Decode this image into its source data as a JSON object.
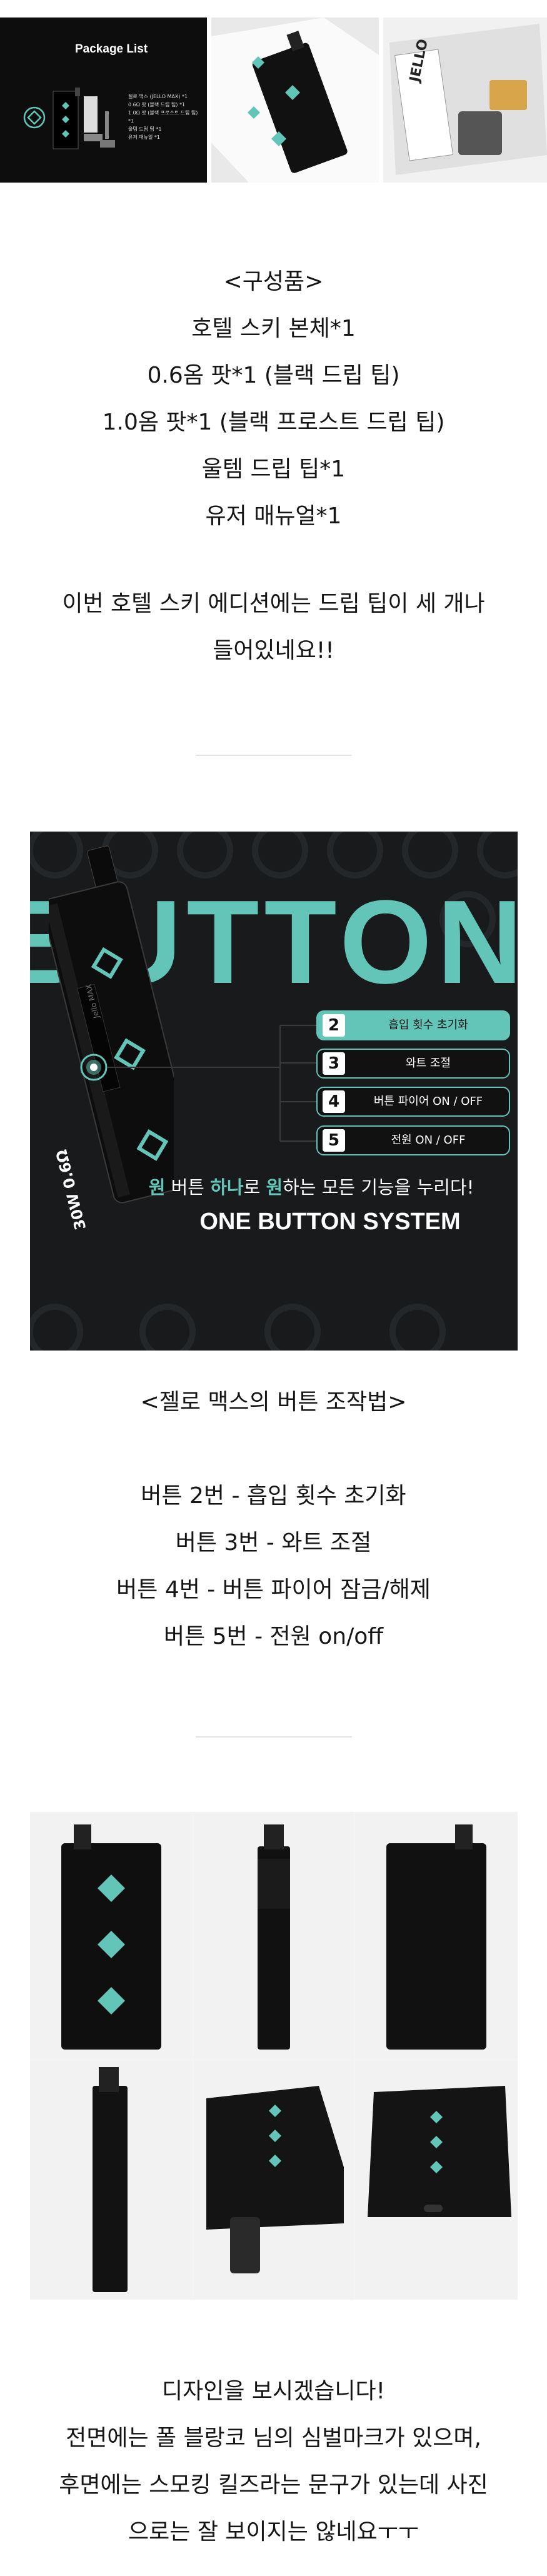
{
  "thumbs": {
    "package_title": "Package List",
    "package_items": [
      "젤로 맥스 (JELLO MAX) *1",
      "0.6Ω 팟 (블랙 드립 팁) *1",
      "1.0Ω 팟 (블랙 프로스트 드립 팁) *1",
      "울템 드립 팁 *1",
      "유저 매뉴얼 *1"
    ],
    "box_brand": "JELLO"
  },
  "components": {
    "heading": "<구성품>",
    "items": [
      "호텔 스키 본체*1",
      "0.6옴 팟*1 (블랙 드립 팁)",
      "1.0옴 팟*1 (블랙 프로스트 드립 팁)",
      "울템 드립 팁*1",
      "유저 매뉴얼*1"
    ]
  },
  "note1": {
    "lines": [
      "이번 호텔 스키 에디션에는 드립 팁이 세 개나",
      "들어있네요!!"
    ]
  },
  "button_panel": {
    "big_text": "BUTTON",
    "device_text": "Jello MAX",
    "device_screen": "30W 0.6Ω",
    "options": [
      {
        "num": "2",
        "label": "흡입 횟수 초기화"
      },
      {
        "num": "3",
        "label": "와트 조절"
      },
      {
        "num": "4",
        "label": "버튼 파이어 ON / OFF"
      },
      {
        "num": "5",
        "label": "전원 ON / OFF"
      }
    ],
    "slogan_parts": [
      "원",
      " 버튼 ",
      "하나",
      "로 ",
      "원",
      "하는 모든 기능을 누리다!"
    ],
    "system": "ONE BUTTON SYSTEM",
    "colors": {
      "accent": "#62c5b8",
      "bg": "#181a1c"
    }
  },
  "button_guide": {
    "heading": "<젤로 맥스의 버튼 조작법>",
    "items": [
      "버튼 2번 - 흡입 횟수 초기화",
      "버튼 3번 - 와트 조절",
      "버튼 4번 - 버튼 파이어 잠금/해제",
      "버튼 5번 - 전원 on/off"
    ]
  },
  "design_note": {
    "lines": [
      "디자인을 보시겠습니다!",
      "전면에는 폴 블랑코 님의 심벌마크가 있으며,",
      "후면에는 스모킹 킬즈라는 문구가 있는데 사진",
      "으로는 잘 보이지는 않네요ㅜㅜ"
    ]
  }
}
